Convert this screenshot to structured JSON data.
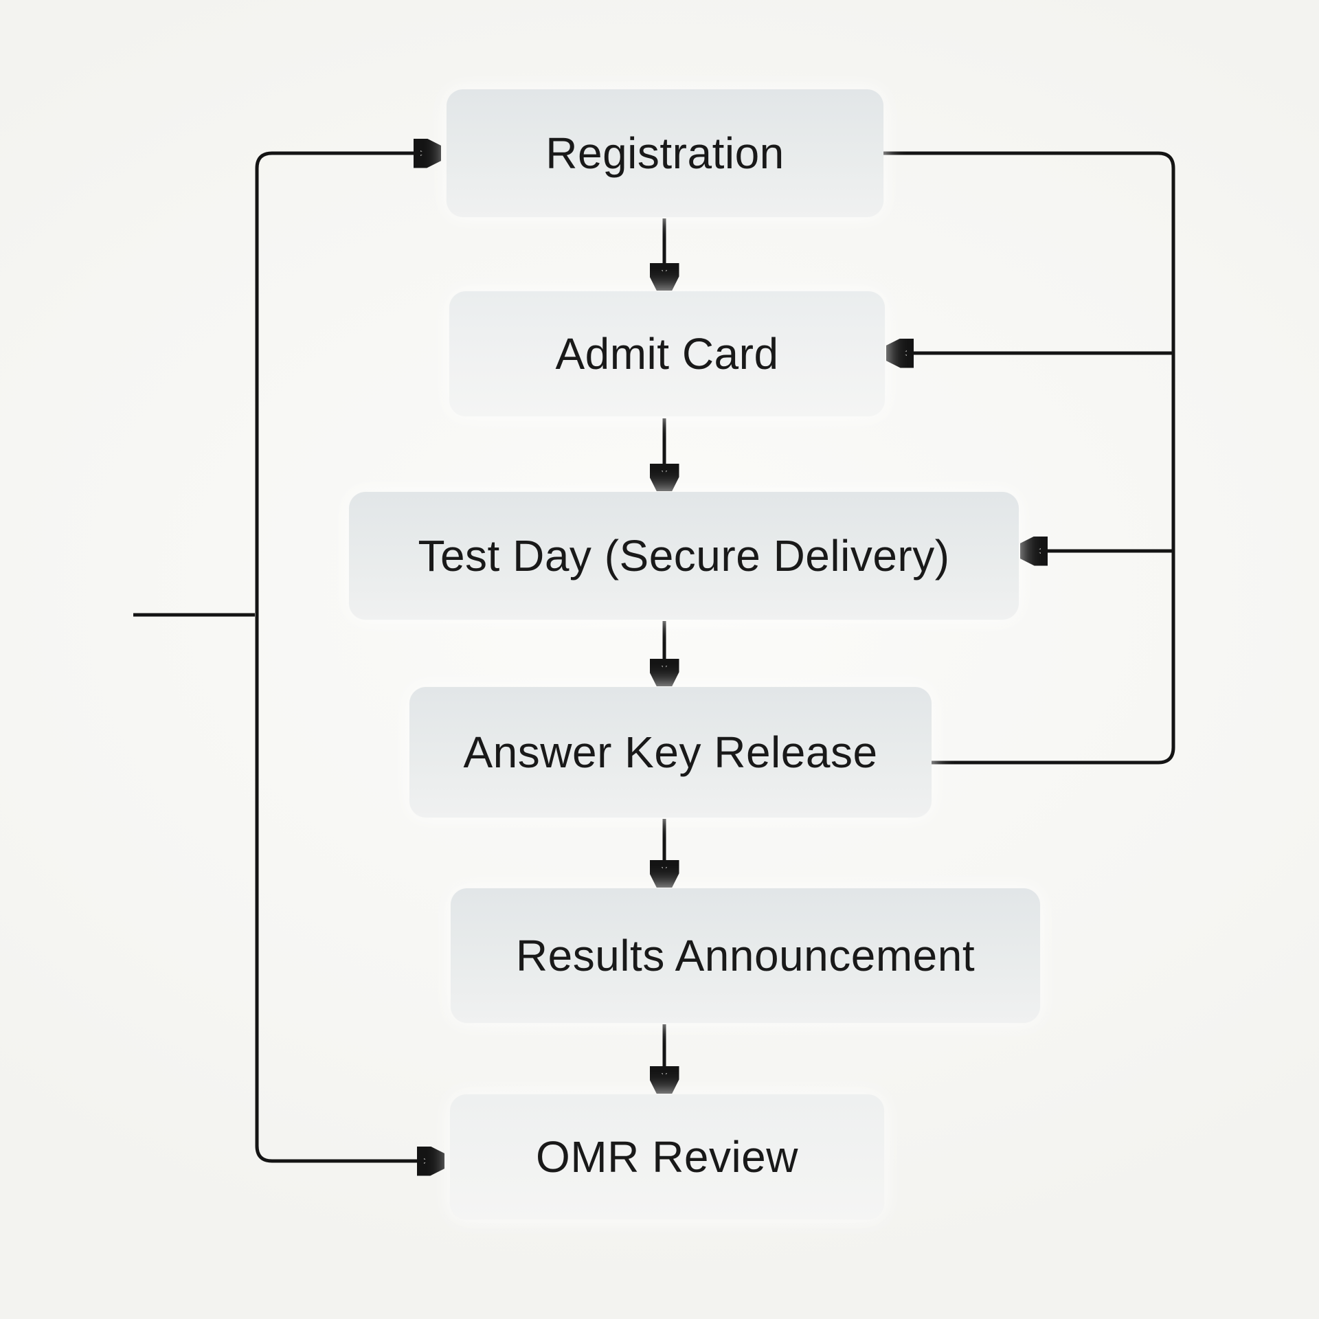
{
  "diagram": {
    "type": "flowchart",
    "nodes": [
      {
        "id": "registration",
        "label": "Registration"
      },
      {
        "id": "admit_card",
        "label": "Admit Card"
      },
      {
        "id": "test_day",
        "label": "Test Day (Secure Delivery)"
      },
      {
        "id": "answer_key",
        "label": "Answer Key Release"
      },
      {
        "id": "results",
        "label": "Results Announcement"
      },
      {
        "id": "omr_review",
        "label": "OMR Review"
      }
    ],
    "edges": [
      {
        "from": "registration",
        "to": "admit_card",
        "type": "arrow-down"
      },
      {
        "from": "admit_card",
        "to": "test_day",
        "type": "arrow-down"
      },
      {
        "from": "test_day",
        "to": "answer_key",
        "type": "arrow-down"
      },
      {
        "from": "answer_key",
        "to": "results",
        "type": "arrow-down"
      },
      {
        "from": "results",
        "to": "omr_review",
        "type": "arrow-down"
      },
      {
        "from": "left_branch",
        "to": "registration",
        "type": "arrow-right"
      },
      {
        "from": "left_branch",
        "to": "omr_review",
        "type": "arrow-right"
      },
      {
        "from": "registration",
        "to": "right_rail",
        "type": "line"
      },
      {
        "from": "answer_key",
        "to": "right_rail",
        "type": "line"
      },
      {
        "from": "right_rail",
        "to": "admit_card",
        "type": "arrow-left"
      },
      {
        "from": "right_rail",
        "to": "test_day",
        "type": "arrow-left"
      }
    ],
    "colors": {
      "background": "#f7f7f5",
      "node_fill": "#e8ebec",
      "line": "#141414",
      "text": "#191919"
    }
  }
}
